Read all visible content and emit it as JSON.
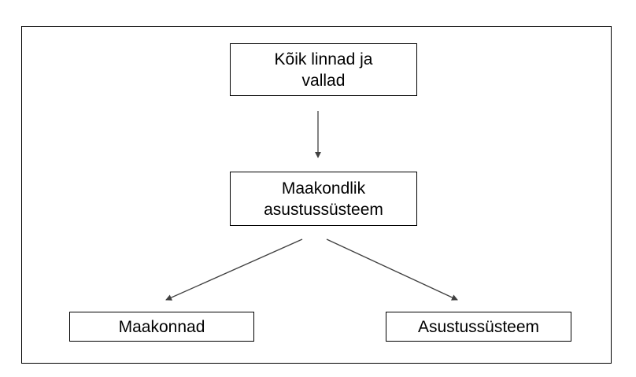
{
  "diagram": {
    "nodes": {
      "top": "Kõik linnad ja\nvallad",
      "middle": "Maakondlik\nasustussüsteem",
      "left": "Maakonnad",
      "right": "Asustussüsteem"
    },
    "edges": [
      {
        "from": "top",
        "to": "middle"
      },
      {
        "from": "middle",
        "to": "left"
      },
      {
        "from": "middle",
        "to": "right"
      }
    ],
    "colors": {
      "line": "#000000",
      "arrow": "#404040",
      "background": "#ffffff"
    }
  }
}
